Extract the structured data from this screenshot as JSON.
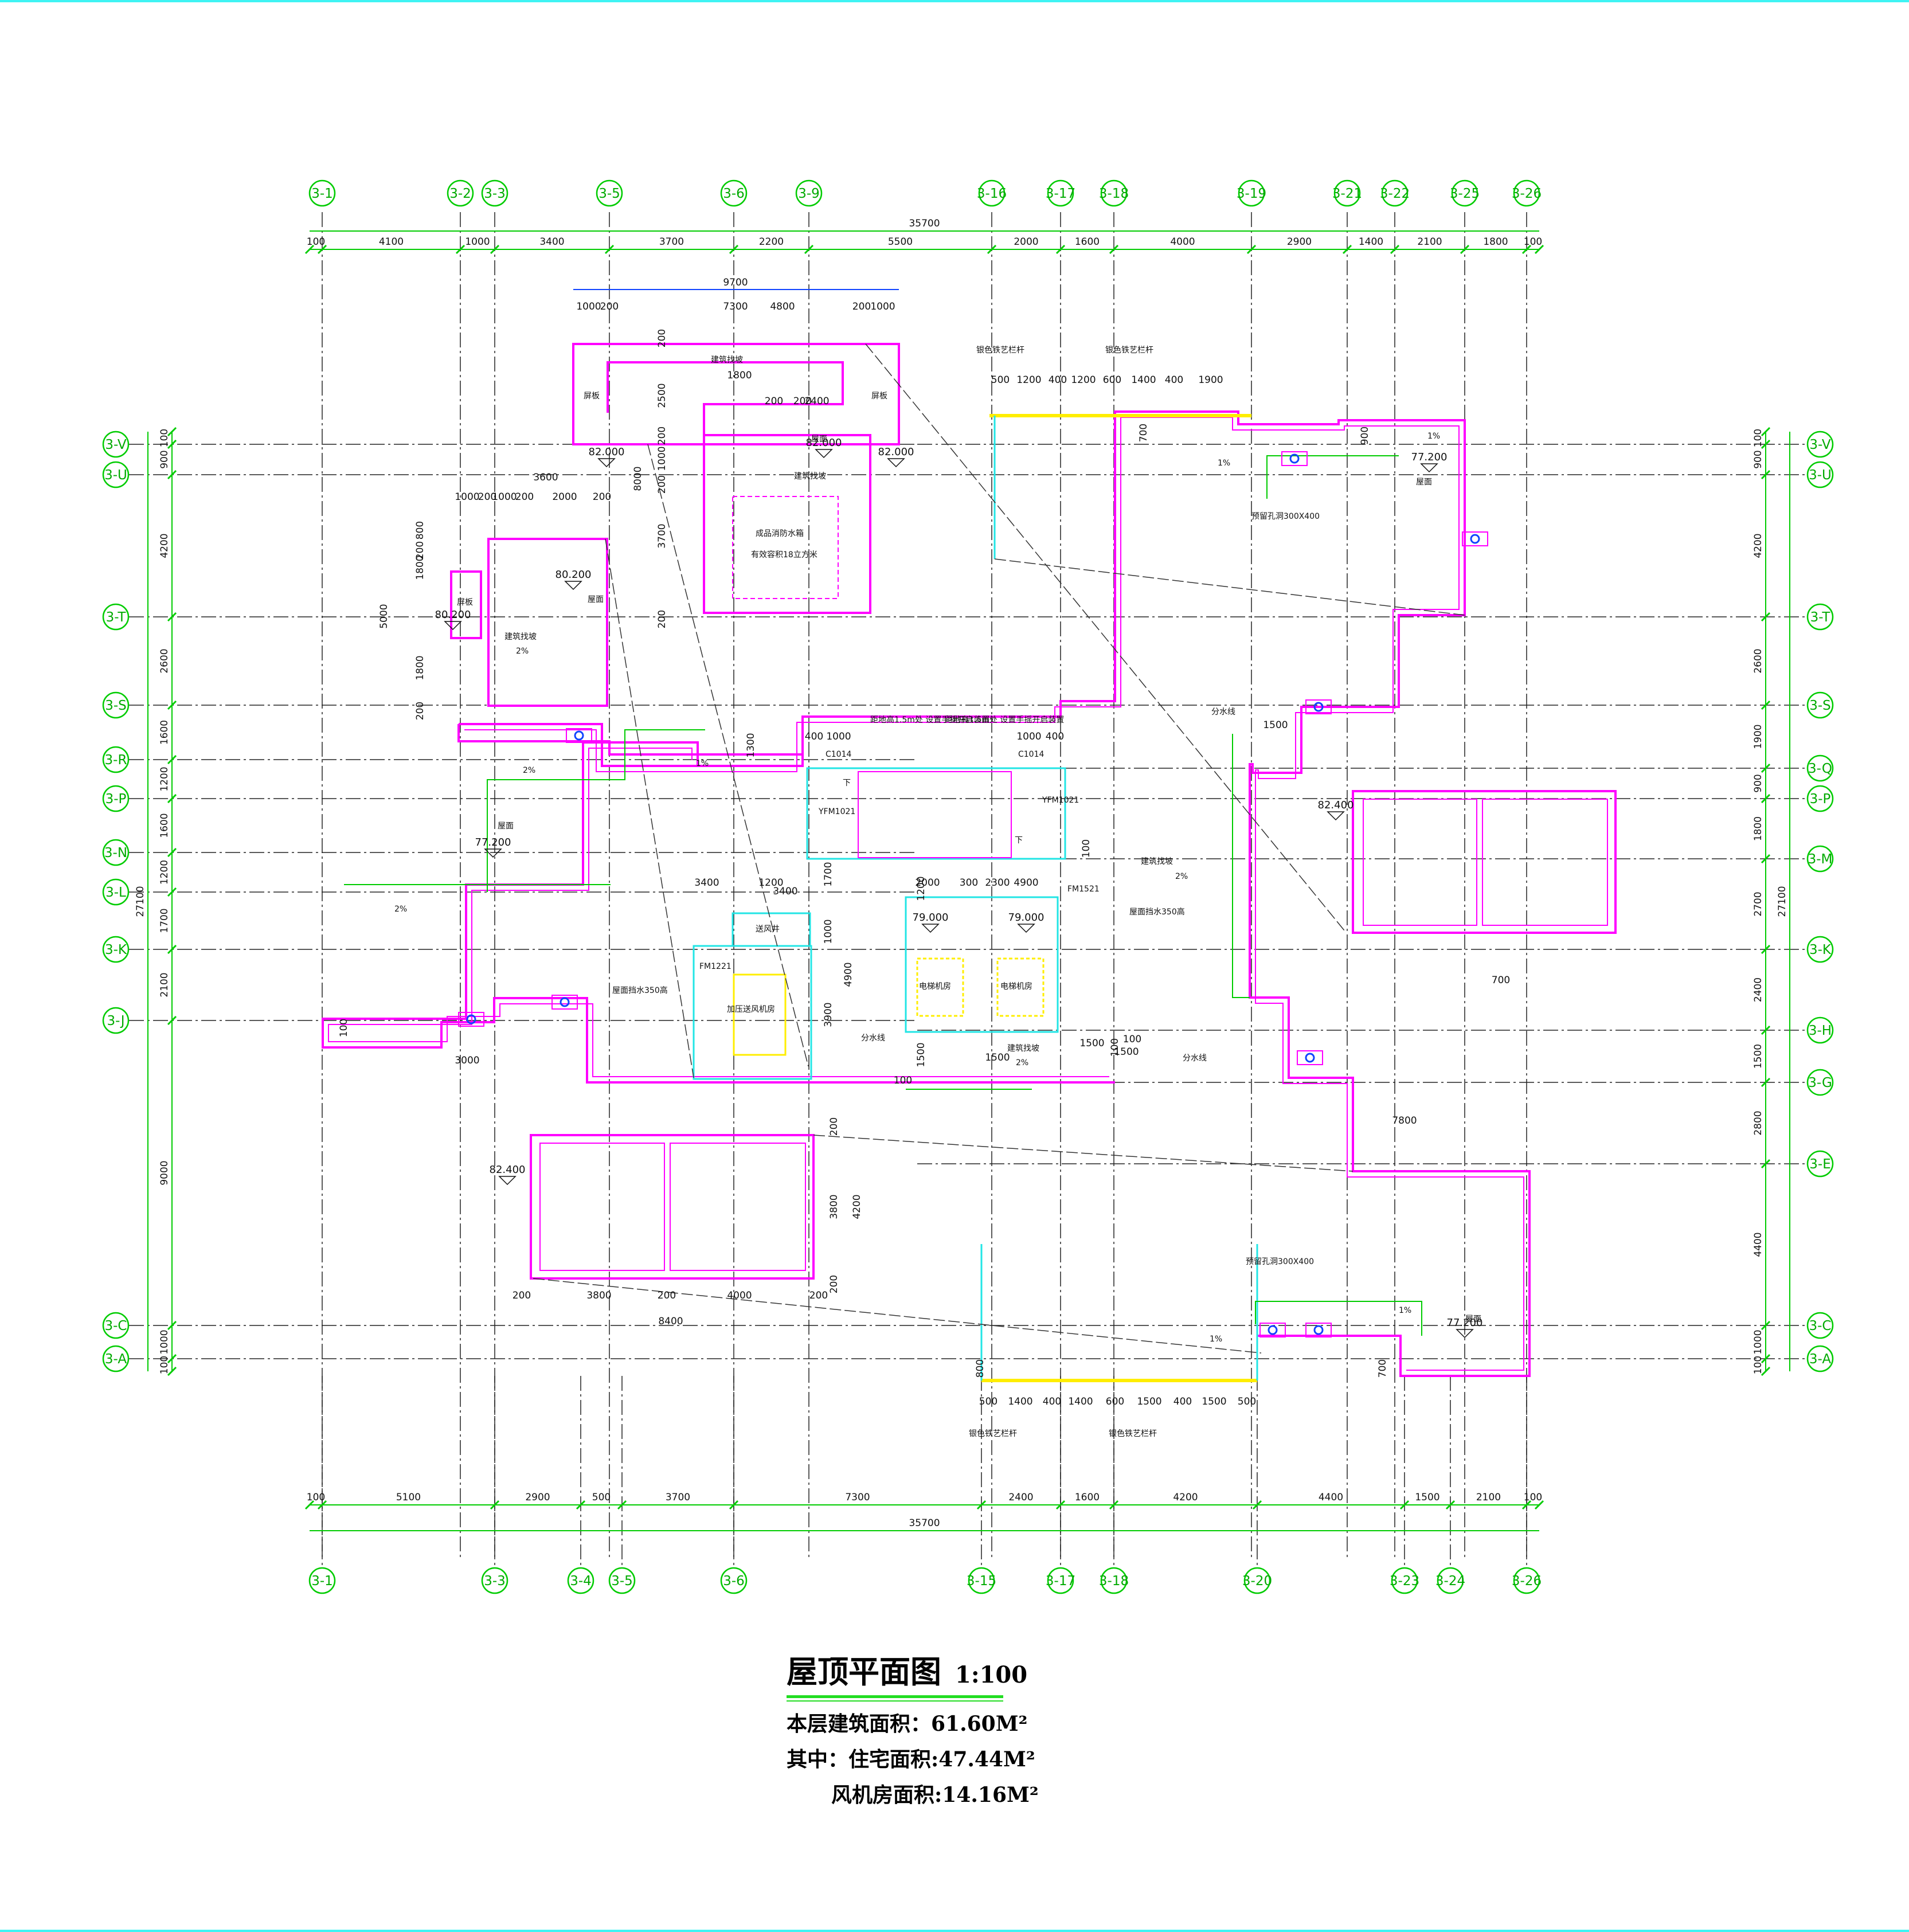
{
  "drawing": {
    "title": "屋顶平面图",
    "scale": "1:100",
    "area_total": "本层建筑面积：61.60M²",
    "area_residential": "其中：住宅面积:47.44M²",
    "area_fan_room": "风机房面积:14.16M²"
  },
  "axes": {
    "top": [
      "3-1",
      "3-2",
      "3-3",
      "3-5",
      "3-6",
      "3-9",
      "3-16",
      "3-17",
      "3-18",
      "3-19",
      "3-21",
      "3-22",
      "3-25",
      "3-26"
    ],
    "bottom": [
      "3-1",
      "3-3",
      "3-4",
      "3-5",
      "3-6",
      "3-15",
      "3-17",
      "3-18",
      "3-20",
      "3-23",
      "3-24",
      "3-26"
    ],
    "left": [
      "3-V",
      "3-U",
      "3-T",
      "3-S",
      "3-R",
      "3-P",
      "3-N",
      "3-L",
      "3-K",
      "3-J",
      "3-C",
      "3-A"
    ],
    "right": [
      "3-V",
      "3-U",
      "3-T",
      "3-S",
      "3-Q",
      "3-P",
      "3-M",
      "3-K",
      "3-H",
      "3-G",
      "3-E",
      "3-C",
      "3-A"
    ]
  },
  "dimensions": {
    "top_total": "35700",
    "top": [
      "100",
      "4100",
      "1000",
      "3400",
      "3700",
      "2200",
      "5500",
      "2000",
      "1600",
      "4000",
      "2900",
      "1400",
      "2100",
      "1800",
      "100"
    ],
    "bottom_total": "35700",
    "bottom": [
      "100",
      "5100",
      "2900",
      "500",
      "3700",
      "7300",
      "2400",
      "1600",
      "4200",
      "4400",
      "1500",
      "2100",
      "100"
    ],
    "left_total": "27100",
    "left": [
      "100",
      "900",
      "4200",
      "2600",
      "1600",
      "1200",
      "1600",
      "1200",
      "1700",
      "2100",
      "9000",
      "1000",
      "100"
    ],
    "right_total": "27100",
    "right": [
      "100",
      "900",
      "4200",
      "2600",
      "1900",
      "900",
      "1800",
      "2700",
      "2400",
      "1500",
      "2800",
      "4400",
      "1000",
      "100"
    ],
    "upper_block": [
      "9700",
      "1000",
      "200",
      "7300",
      "200",
      "1000",
      "4800",
      "1800",
      "200",
      "2400",
      "200"
    ],
    "upper_vertical": [
      "200",
      "2500",
      "200",
      "8000",
      "1000",
      "200",
      "3700",
      "200"
    ],
    "left_block": [
      "3600",
      "1000",
      "200",
      "1000",
      "200",
      "2000",
      "200",
      "800",
      "200",
      "1800",
      "5000",
      "1800",
      "200"
    ],
    "railing_top_left": [
      "500",
      "1200",
      "400",
      "1200",
      "600"
    ],
    "railing_top_right": [
      "1400",
      "400",
      "1900"
    ],
    "railing_bottom_left": [
      "500",
      "1400",
      "400",
      "1400",
      "600"
    ],
    "railing_bottom_right": [
      "1500",
      "400",
      "1500",
      "500"
    ],
    "lower_block": [
      "200",
      "3800",
      "200",
      "4000",
      "200",
      "8400",
      "3800",
      "4200",
      "200",
      "200"
    ],
    "core": [
      "400",
      "1000",
      "1000",
      "400",
      "1300",
      "3400",
      "1200",
      "2200",
      "1200",
      "2000",
      "300",
      "2300",
      "1700",
      "1000",
      "3900",
      "4900",
      "1500",
      "1500",
      "100",
      "100",
      "1500",
      "1600",
      "1500",
      "700",
      "700",
      "7800",
      "3000",
      "900",
      "700",
      "800",
      "700"
    ]
  },
  "elevations": [
    "82.000",
    "82.000",
    "82.000",
    "80.200",
    "80.200",
    "77.200",
    "77.200",
    "77.200",
    "79.000",
    "79.000",
    "82.400",
    "82.400"
  ],
  "labels": {
    "roof": "屋面",
    "slope": "2%",
    "slope_small": "1%",
    "slope_dir": "建筑找坡",
    "vent_shaft": "送风井",
    "fan_room": "加压送风机房",
    "water_tank": "成品消防水箱",
    "water_tank_note": "有效容积18立方米",
    "ridge": "分水线",
    "railing": "银色铁艺栏杆",
    "stair_down": "下",
    "elevator_room_a": "电梯机房",
    "elevator_room_b": "电梯机房",
    "door_c1014": "C1014",
    "door_c1014b": "C1014",
    "door_ym1021": "YFM1021",
    "door_ym1021b": "YFM1021",
    "door_fm1221": "FM1221",
    "door_fm1521": "FM1521",
    "window_note": "距地高1.5m处 设置手摇开启装置",
    "hole_note": "预留孔洞300X400",
    "curb_note": "屋面挡水350高",
    "parapet": "屏板"
  },
  "colors": {
    "wall": "#ff00ff",
    "axis": "#00cc00",
    "dimension": "#1144ff",
    "grid": "#222222",
    "accent": "#ffee00",
    "cyan": "#22e5e5"
  }
}
